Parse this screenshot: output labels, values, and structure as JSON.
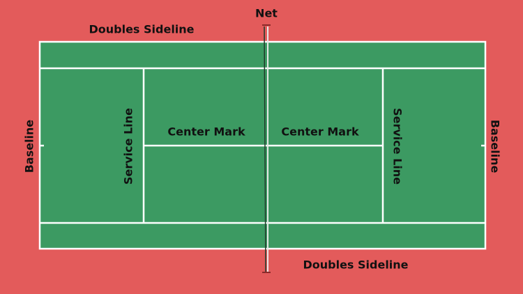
{
  "labels": {
    "net": "Net",
    "doubles_sideline_top": "Doubles Sideline",
    "doubles_sideline_bottom": "Doubles Sideline",
    "baseline_left": "Baseline",
    "baseline_right": "Baseline",
    "service_line_left": "Service Line",
    "service_line_right": "Service Line",
    "center_mark_left": "Center Mark",
    "center_mark_right": "Center Mark"
  },
  "colors": {
    "surround": "#e35b5b",
    "court": "#3c9a62",
    "lines": "#ffffff",
    "net": "#1f3a2a"
  }
}
